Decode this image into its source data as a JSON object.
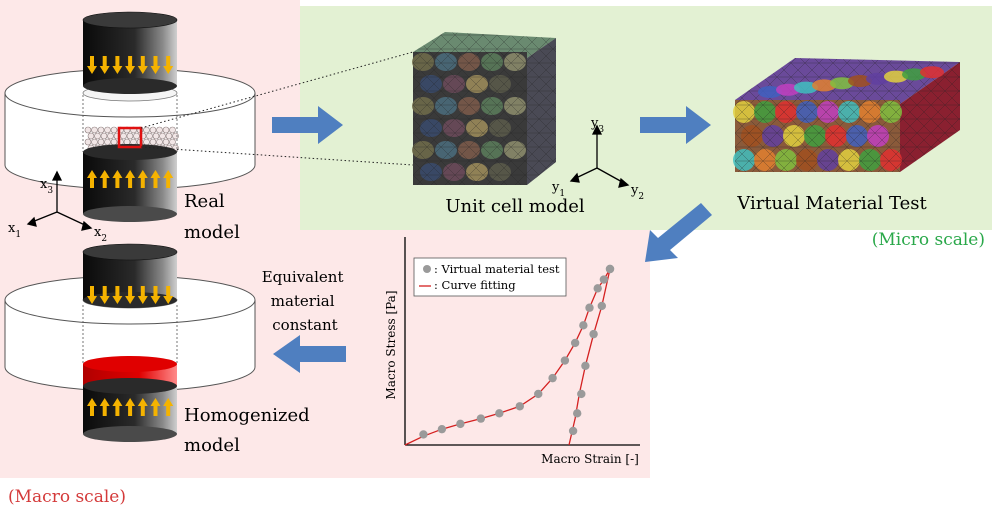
{
  "colors": {
    "macro_bg": "#fde8e8",
    "micro_bg": "#e3f1d3",
    "arrow_blue": "#4f7fc0",
    "cylinder": "#1a1a1a",
    "load_arrow": "#f5b300",
    "highlight_box": "#e01010",
    "homogenized_top": "#d50000",
    "micro_label": "#2aa84a",
    "macro_label": "#d43a3a",
    "fit_curve": "#d42020",
    "test_points": "#9a9a9a"
  },
  "macro": {
    "real_model_label": [
      "Real",
      "model"
    ],
    "homogenized_model_label": [
      "Homogenized",
      "model"
    ],
    "equivalent_label": [
      "Equivalent",
      "material",
      "constant"
    ],
    "scale_label": "(Macro scale)",
    "axes": {
      "x1": "x",
      "x1_sub": "1",
      "x2": "x",
      "x2_sub": "2",
      "x3": "x",
      "x3_sub": "3"
    }
  },
  "micro": {
    "unit_cell_label": "Unit cell model",
    "virtual_test_label": "Virtual Material Test",
    "scale_label": "(Micro scale)",
    "axes": {
      "y1": "y",
      "y1_sub": "1",
      "y2": "y",
      "y2_sub": "2",
      "y3": "y",
      "y3_sub": "3"
    }
  },
  "chart_data": {
    "type": "scatter",
    "xlabel": "Macro Strain [-]",
    "ylabel": "Macro Stress [Pa]",
    "legend": {
      "placement": "top-left",
      "entries": [
        ": Virtual material test",
        ": Curve fitting"
      ]
    },
    "xlim": [
      0,
      1
    ],
    "ylim": [
      0,
      1
    ],
    "series": [
      {
        "name": ": Virtual material test",
        "role": "points",
        "x": [
          0.09,
          0.18,
          0.27,
          0.37,
          0.46,
          0.56,
          0.65,
          0.72,
          0.78,
          0.83,
          0.87,
          0.9,
          0.94,
          0.97,
          1.0,
          1.0,
          0.96,
          0.92,
          0.88,
          0.86,
          0.84,
          0.82
        ],
        "y": [
          0.06,
          0.09,
          0.12,
          0.15,
          0.18,
          0.22,
          0.29,
          0.38,
          0.48,
          0.58,
          0.68,
          0.78,
          0.89,
          0.94,
          1.0,
          1.0,
          0.79,
          0.63,
          0.45,
          0.29,
          0.18,
          0.08
        ]
      },
      {
        "name": ": Curve fitting",
        "role": "line",
        "x": [
          0.0,
          0.09,
          0.18,
          0.27,
          0.37,
          0.46,
          0.56,
          0.65,
          0.72,
          0.78,
          0.83,
          0.87,
          0.9,
          0.94,
          0.97,
          1.0,
          0.96,
          0.92,
          0.88,
          0.85,
          0.83,
          0.8
        ],
        "y": [
          0.0,
          0.05,
          0.09,
          0.12,
          0.15,
          0.18,
          0.22,
          0.29,
          0.38,
          0.48,
          0.58,
          0.68,
          0.78,
          0.89,
          0.94,
          1.0,
          0.79,
          0.63,
          0.45,
          0.29,
          0.15,
          0.0
        ]
      }
    ]
  }
}
